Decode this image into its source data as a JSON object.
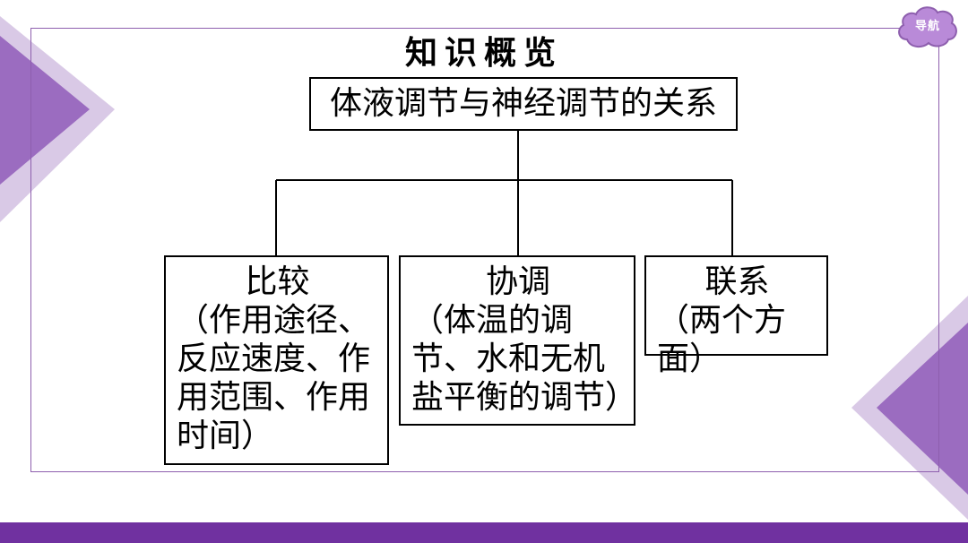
{
  "nav": {
    "label": "导航"
  },
  "title": "知识概览",
  "root": "体液调节与神经调节的关系",
  "children": [
    {
      "head": "比较",
      "body": "（作用途径、反应速度、作用范围、作用时间）"
    },
    {
      "head": "协调",
      "body": "（体温的调节、水和无机盐平衡的调节）"
    },
    {
      "head": "联系",
      "body": "（两个方面）"
    }
  ],
  "colors": {
    "accent": "#7031a0",
    "accent_light": "#c9b0de",
    "badge": "#b98ad8"
  }
}
